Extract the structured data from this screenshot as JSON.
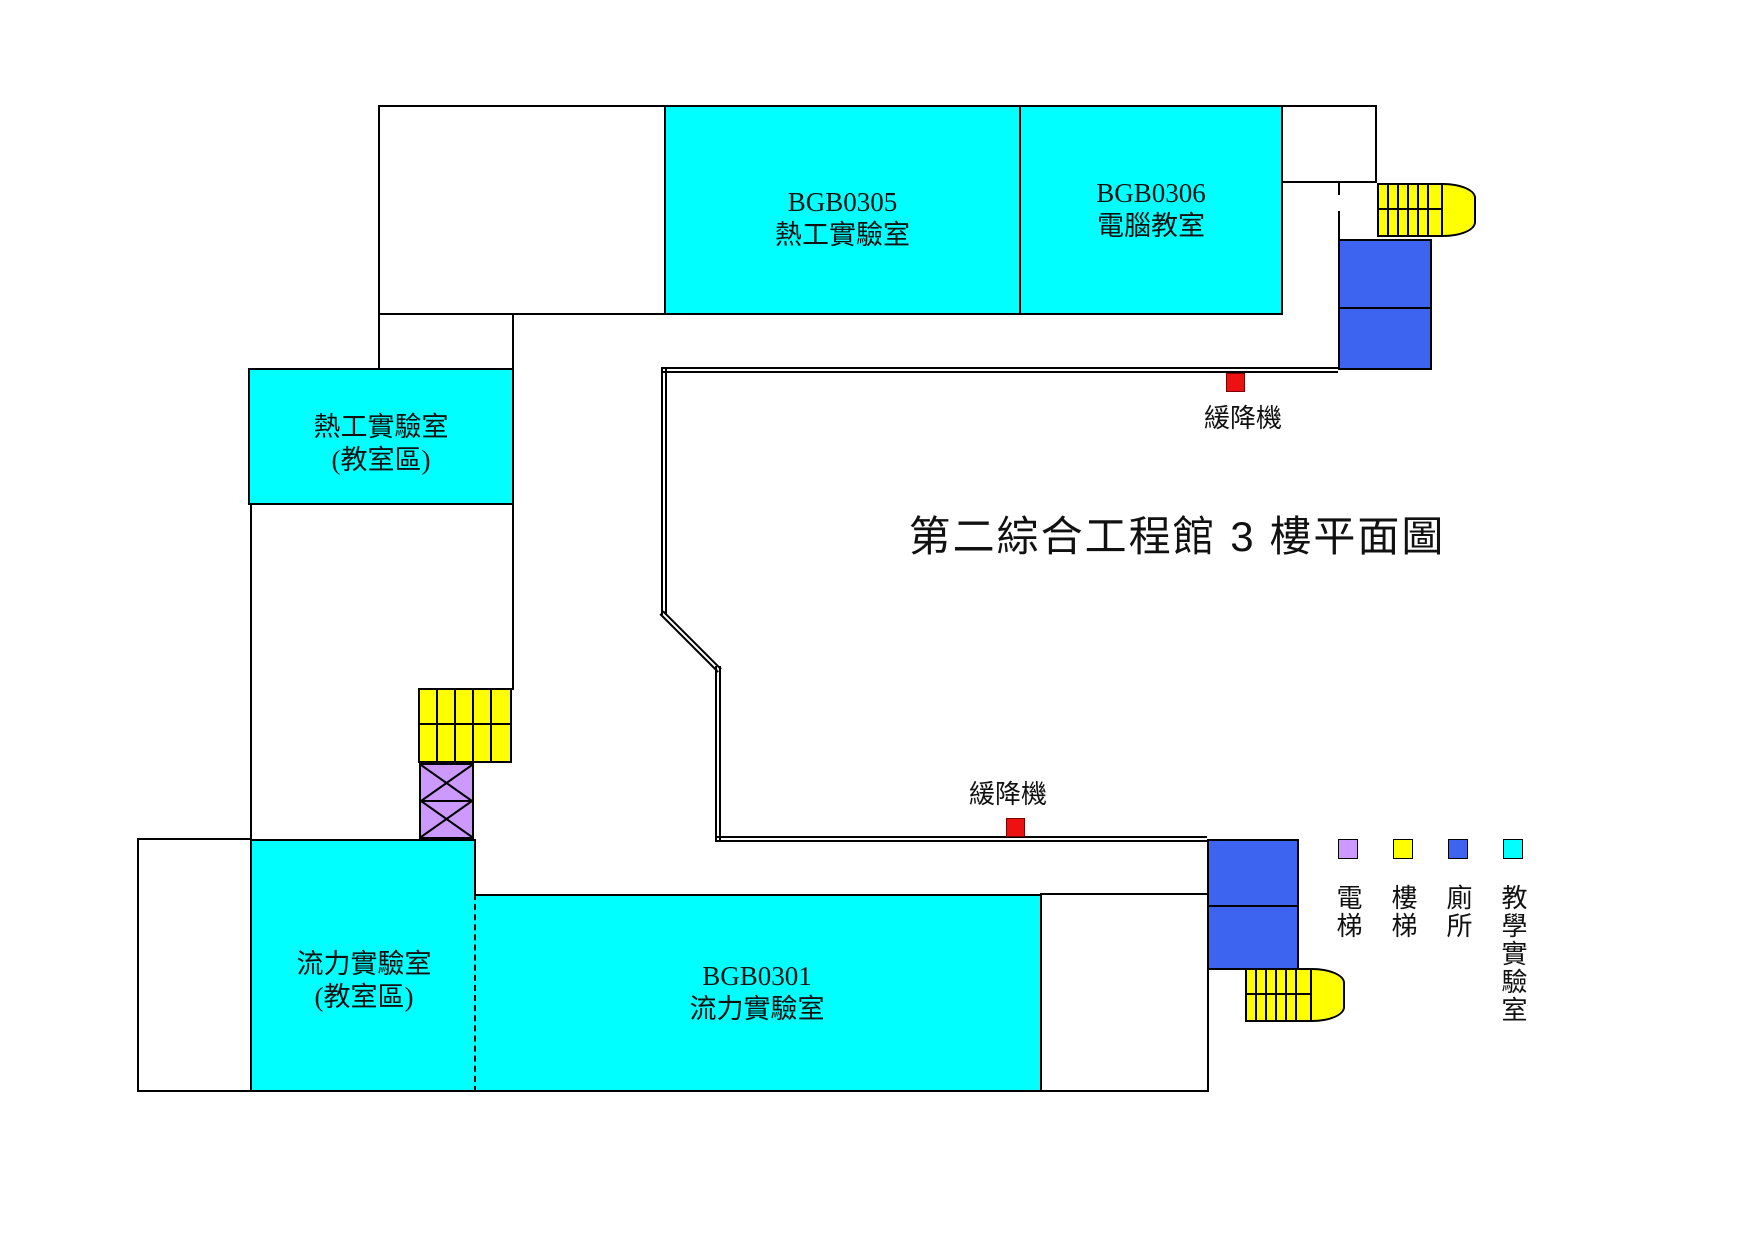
{
  "title": "第二綜合工程館 3 樓平面圖",
  "rooms": {
    "bgb0305": {
      "code": "BGB0305",
      "name": "熱工實驗室"
    },
    "bgb0306": {
      "code": "BGB0306",
      "name": "電腦教室"
    },
    "thermal_classroom": {
      "name": "熱工實驗室",
      "sub": "(教室區)"
    },
    "fluid_classroom": {
      "name": "流力實驗室",
      "sub": "(教室區)"
    },
    "bgb0301": {
      "code": "BGB0301",
      "name": "流力實驗室"
    }
  },
  "annotations": {
    "descender_top": "緩降機",
    "descender_bottom": "緩降機"
  },
  "legend": {
    "items": [
      {
        "label": "電梯",
        "color": "#CC99FF",
        "swatch_style": "background:#cc99ff"
      },
      {
        "label": "樓梯",
        "color": "#FFFF00",
        "swatch_style": "background:#ffff00"
      },
      {
        "label": "廁所",
        "color": "#3C64F0",
        "swatch_style": "background:#3c64f0"
      },
      {
        "label": "教學實驗室",
        "color": "#00FFFF",
        "swatch_style": "background:#00ffff"
      }
    ]
  },
  "colors": {
    "teaching_lab": "#00FFFF",
    "stairs": "#FFFF00",
    "toilet": "#3C64F0",
    "elevator": "#CC99FF",
    "escape_device": "#EE1111",
    "wall": "#000000"
  }
}
